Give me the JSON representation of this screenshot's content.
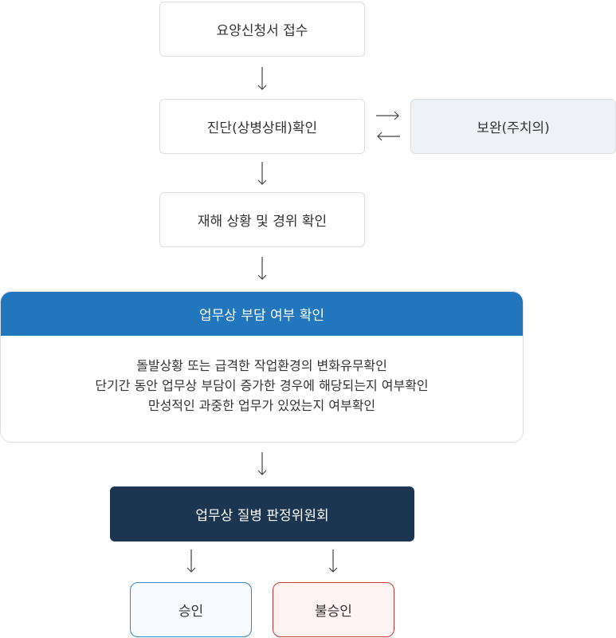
{
  "steps": {
    "receipt": "요양신청서 접수",
    "diagnosis": "진단(상병상태)확인",
    "supplement": "보완(주치의)",
    "accident": "재해 상황 및 경위 확인",
    "burden": {
      "title": "업무상 부담 여부 확인",
      "lines": [
        "돌발상황 또는 급격한 작업환경의 변화유무확인",
        "단기간 동안 업무상 부담이 증가한 경우에 해당되는지 여부확인",
        "만성적인 과중한 업무가 있었는지 여부확인"
      ]
    },
    "committee": "업무상 질병 판정위원회",
    "approved": "승인",
    "rejected": "불승인"
  },
  "colors": {
    "header_blue": "#2176be",
    "committee_navy": "#1c3551",
    "approve_border": "#3a86cc",
    "reject_border": "#c83a3a"
  }
}
